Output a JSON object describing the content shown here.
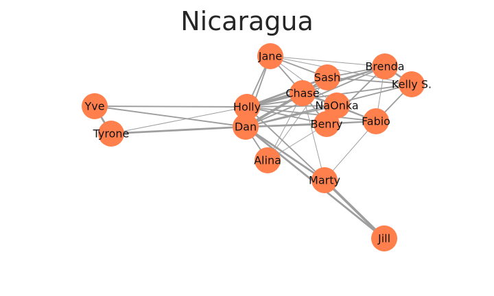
{
  "title": "Nicaragua",
  "colors": {
    "node": "#ff7f4d",
    "edge": "#9e9e9e",
    "label": "#111111"
  },
  "nodes": [
    {
      "id": "Jane",
      "label": "Jane"
    },
    {
      "id": "Brenda",
      "label": "Brenda"
    },
    {
      "id": "Sash",
      "label": "Sash"
    },
    {
      "id": "Kelly S.",
      "label": "Kelly S."
    },
    {
      "id": "Chase",
      "label": "Chase"
    },
    {
      "id": "Holly",
      "label": "Holly"
    },
    {
      "id": "NaOnka",
      "label": "NaOnka"
    },
    {
      "id": "Yve",
      "label": "Yve"
    },
    {
      "id": "Fabio",
      "label": "Fabio"
    },
    {
      "id": "Benry",
      "label": "Benry"
    },
    {
      "id": "Dan",
      "label": "Dan"
    },
    {
      "id": "Tyrone",
      "label": "Tyrone"
    },
    {
      "id": "Alina",
      "label": "Alina"
    },
    {
      "id": "Marty",
      "label": "Marty"
    },
    {
      "id": "Jill",
      "label": "Jill"
    }
  ],
  "edges": [
    {
      "source": "Yve",
      "target": "Tyrone",
      "weight": 3
    },
    {
      "source": "Yve",
      "target": "Holly",
      "weight": 2
    },
    {
      "source": "Yve",
      "target": "Dan",
      "weight": 2
    },
    {
      "source": "Tyrone",
      "target": "Dan",
      "weight": 3
    },
    {
      "source": "Tyrone",
      "target": "Holly",
      "weight": 1
    },
    {
      "source": "Jane",
      "target": "Brenda",
      "weight": 1
    },
    {
      "source": "Jane",
      "target": "Sash",
      "weight": 2
    },
    {
      "source": "Jane",
      "target": "Kelly S.",
      "weight": 1
    },
    {
      "source": "Jane",
      "target": "Chase",
      "weight": 2
    },
    {
      "source": "Jane",
      "target": "Holly",
      "weight": 2
    },
    {
      "source": "Jane",
      "target": "Dan",
      "weight": 2
    },
    {
      "source": "Jane",
      "target": "NaOnka",
      "weight": 1
    },
    {
      "source": "Sash",
      "target": "Brenda",
      "weight": 2
    },
    {
      "source": "Sash",
      "target": "Kelly S.",
      "weight": 2
    },
    {
      "source": "Sash",
      "target": "Chase",
      "weight": 3
    },
    {
      "source": "Sash",
      "target": "Holly",
      "weight": 3
    },
    {
      "source": "Sash",
      "target": "Dan",
      "weight": 2
    },
    {
      "source": "Brenda",
      "target": "Kelly S.",
      "weight": 3
    },
    {
      "source": "Brenda",
      "target": "Chase",
      "weight": 2
    },
    {
      "source": "Brenda",
      "target": "Holly",
      "weight": 2
    },
    {
      "source": "Brenda",
      "target": "Dan",
      "weight": 2
    },
    {
      "source": "Brenda",
      "target": "Fabio",
      "weight": 1
    },
    {
      "source": "Brenda",
      "target": "Benry",
      "weight": 2
    },
    {
      "source": "Kelly S.",
      "target": "Fabio",
      "weight": 2
    },
    {
      "source": "Kelly S.",
      "target": "Holly",
      "weight": 2
    },
    {
      "source": "Kelly S.",
      "target": "Dan",
      "weight": 2
    },
    {
      "source": "Chase",
      "target": "Holly",
      "weight": 4
    },
    {
      "source": "Chase",
      "target": "Dan",
      "weight": 4
    },
    {
      "source": "Chase",
      "target": "NaOnka",
      "weight": 3
    },
    {
      "source": "Chase",
      "target": "Benry",
      "weight": 2
    },
    {
      "source": "Chase",
      "target": "Fabio",
      "weight": 2
    },
    {
      "source": "Chase",
      "target": "Alina",
      "weight": 1
    },
    {
      "source": "Holly",
      "target": "Dan",
      "weight": 4
    },
    {
      "source": "Holly",
      "target": "Benry",
      "weight": 2
    },
    {
      "source": "Holly",
      "target": "Fabio",
      "weight": 2
    },
    {
      "source": "Holly",
      "target": "NaOnka",
      "weight": 2
    },
    {
      "source": "Holly",
      "target": "Marty",
      "weight": 2
    },
    {
      "source": "NaOnka",
      "target": "Dan",
      "weight": 2
    },
    {
      "source": "NaOnka",
      "target": "Fabio",
      "weight": 2
    },
    {
      "source": "NaOnka",
      "target": "Benry",
      "weight": 2
    },
    {
      "source": "Dan",
      "target": "Benry",
      "weight": 3
    },
    {
      "source": "Dan",
      "target": "Fabio",
      "weight": 2
    },
    {
      "source": "Dan",
      "target": "Alina",
      "weight": 2
    },
    {
      "source": "Dan",
      "target": "Marty",
      "weight": 3
    },
    {
      "source": "Dan",
      "target": "Jill",
      "weight": 3
    },
    {
      "source": "Benry",
      "target": "Fabio",
      "weight": 2
    },
    {
      "source": "Benry",
      "target": "Alina",
      "weight": 1
    },
    {
      "source": "Alina",
      "target": "Sash",
      "weight": 1
    },
    {
      "source": "Marty",
      "target": "Jill",
      "weight": 4
    },
    {
      "source": "Marty",
      "target": "Fabio",
      "weight": 1
    },
    {
      "source": "Marty",
      "target": "Chase",
      "weight": 1
    }
  ]
}
